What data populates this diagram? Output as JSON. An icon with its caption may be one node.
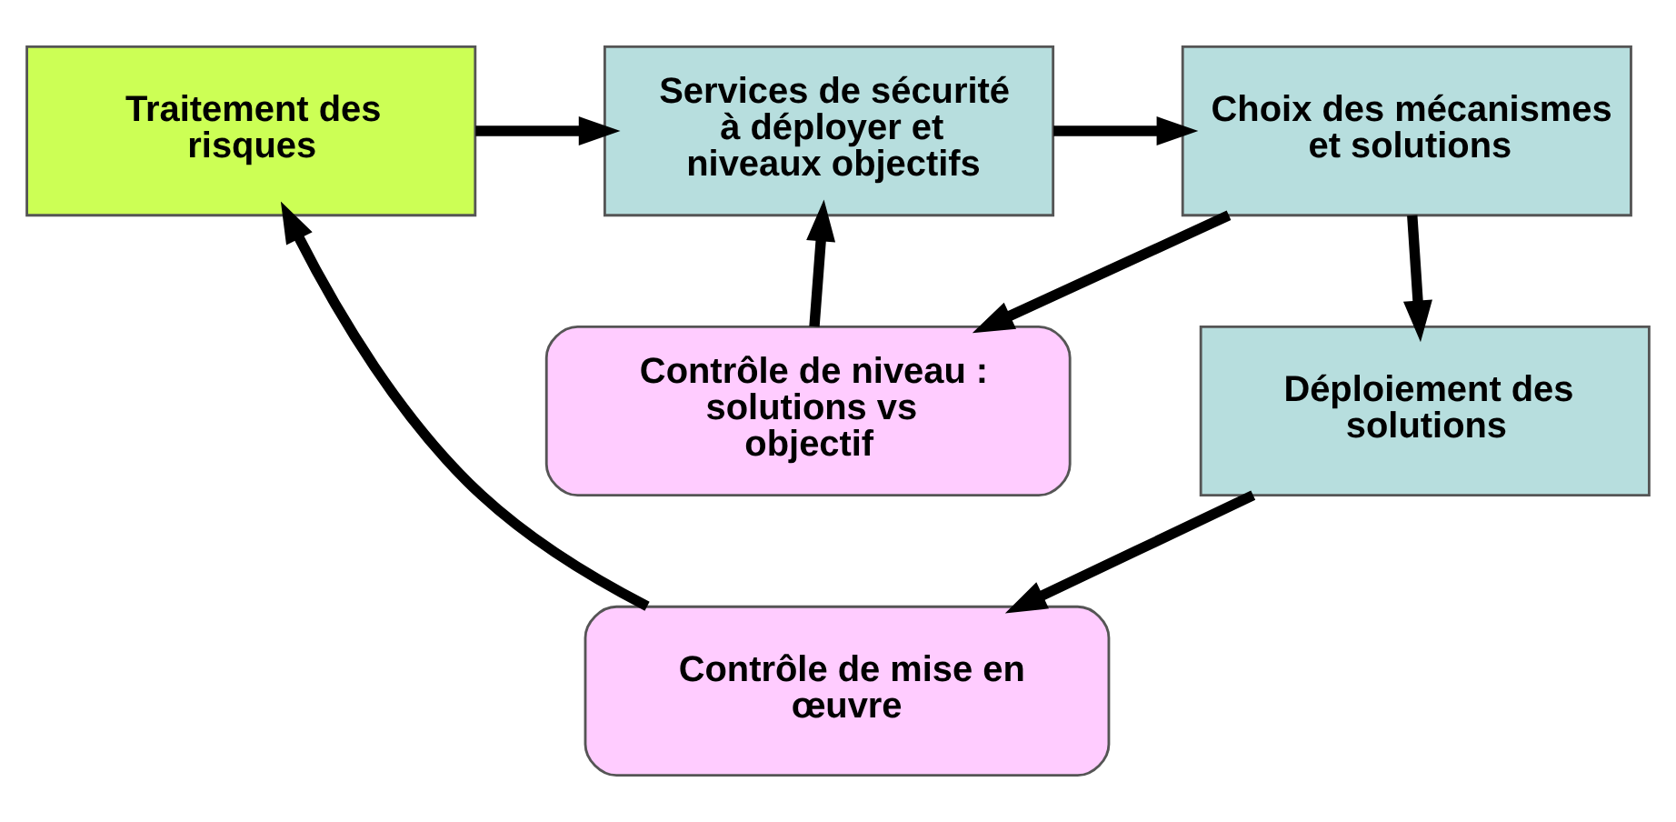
{
  "diagram": {
    "nodes": [
      {
        "text": [
          "Traitement des risques"
        ]
      },
      {
        "text": [
          "Services de sécurité à déployer et niveaux objectifs"
        ]
      },
      {
        "text": [
          "Choix des mécanismes et solutions"
        ]
      },
      {
        "text": [
          "Contrôle de niveau : solutions vs objectif"
        ]
      },
      {
        "text": [
          "Déploiement des solutions"
        ]
      },
      {
        "text": [
          "Contrôle de mise en œuvre"
        ]
      }
    ],
    "edges": [
      {
        "from": 0,
        "to": 1,
        "arrow": "to"
      },
      {
        "from": 1,
        "to": 2,
        "arrow": "to"
      },
      {
        "from": 2,
        "to": 3,
        "arrow": "to"
      },
      {
        "from": 2,
        "to": 4,
        "arrow": "to"
      },
      {
        "from": 3,
        "to": 1,
        "arrow": "to"
      },
      {
        "from": 4,
        "to": 5,
        "arrow": "to"
      },
      {
        "from": 5,
        "to": 0,
        "arrow": "to"
      }
    ]
  }
}
